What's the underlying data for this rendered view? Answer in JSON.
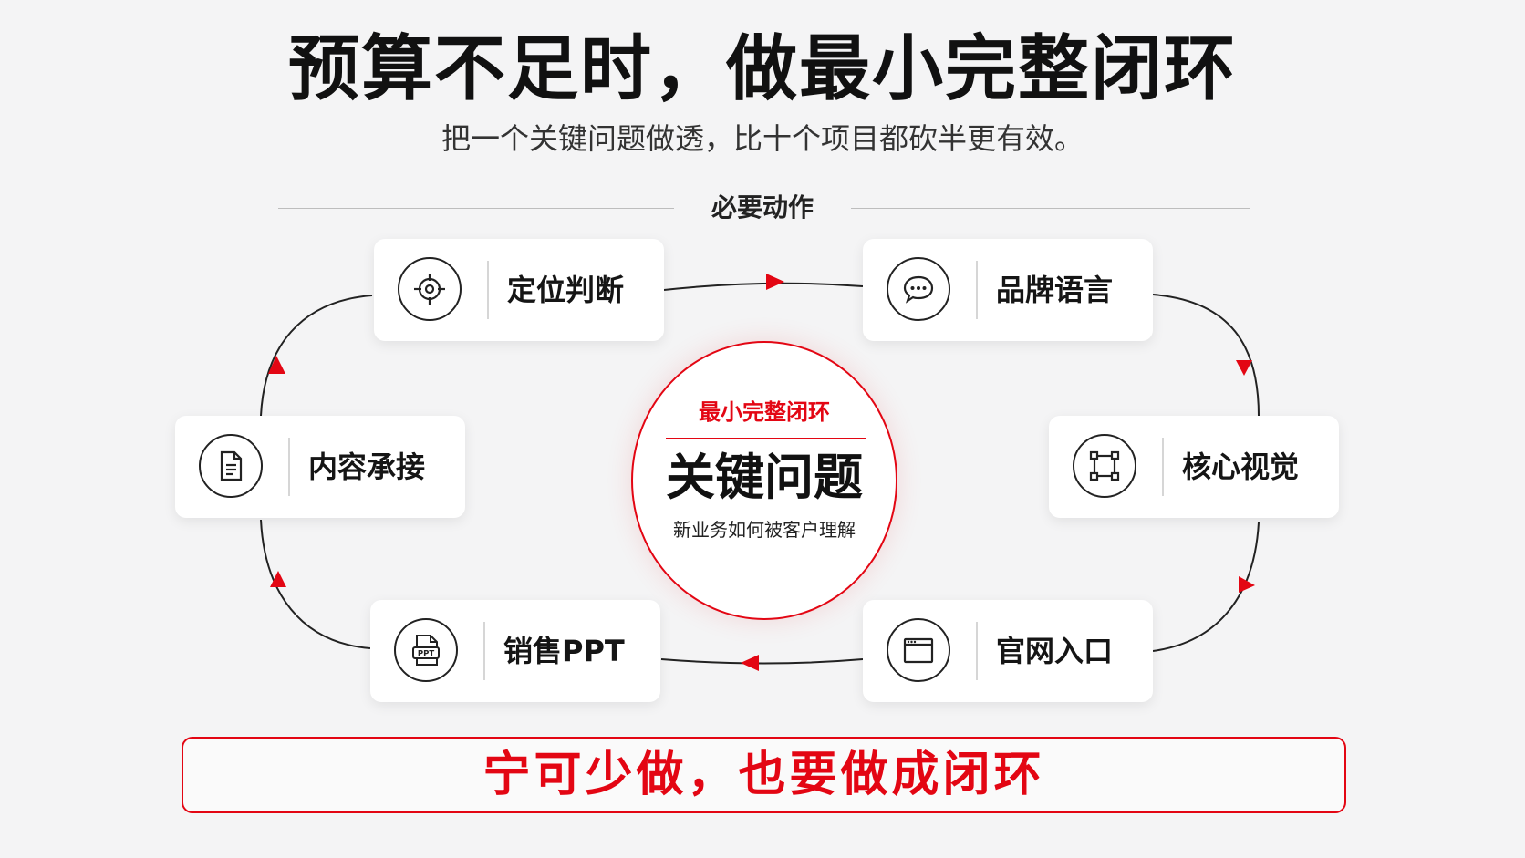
{
  "title": "预算不足时，做最小完整闭环",
  "subtitle": "把一个关键问题做透，比十个项目都砍半更有效。",
  "section_label": "必要动作",
  "center": {
    "top_label": "最小完整闭环",
    "main": "关键问题",
    "sub": "新业务如何被客户理解"
  },
  "steps": [
    {
      "label": "定位判断",
      "icon": "target-icon"
    },
    {
      "label": "品牌语言",
      "icon": "chat-bubble-icon"
    },
    {
      "label": "核心视觉",
      "icon": "frame-icon"
    },
    {
      "label": "官网入口",
      "icon": "browser-window-icon"
    },
    {
      "label": "销售PPT",
      "icon": "ppt-file-icon"
    },
    {
      "label": "内容承接",
      "icon": "document-icon"
    }
  ],
  "bottom_banner": "宁可少做，也要做成闭环",
  "colors": {
    "accent": "#e30613",
    "background": "#f4f4f5",
    "text": "#111111"
  }
}
